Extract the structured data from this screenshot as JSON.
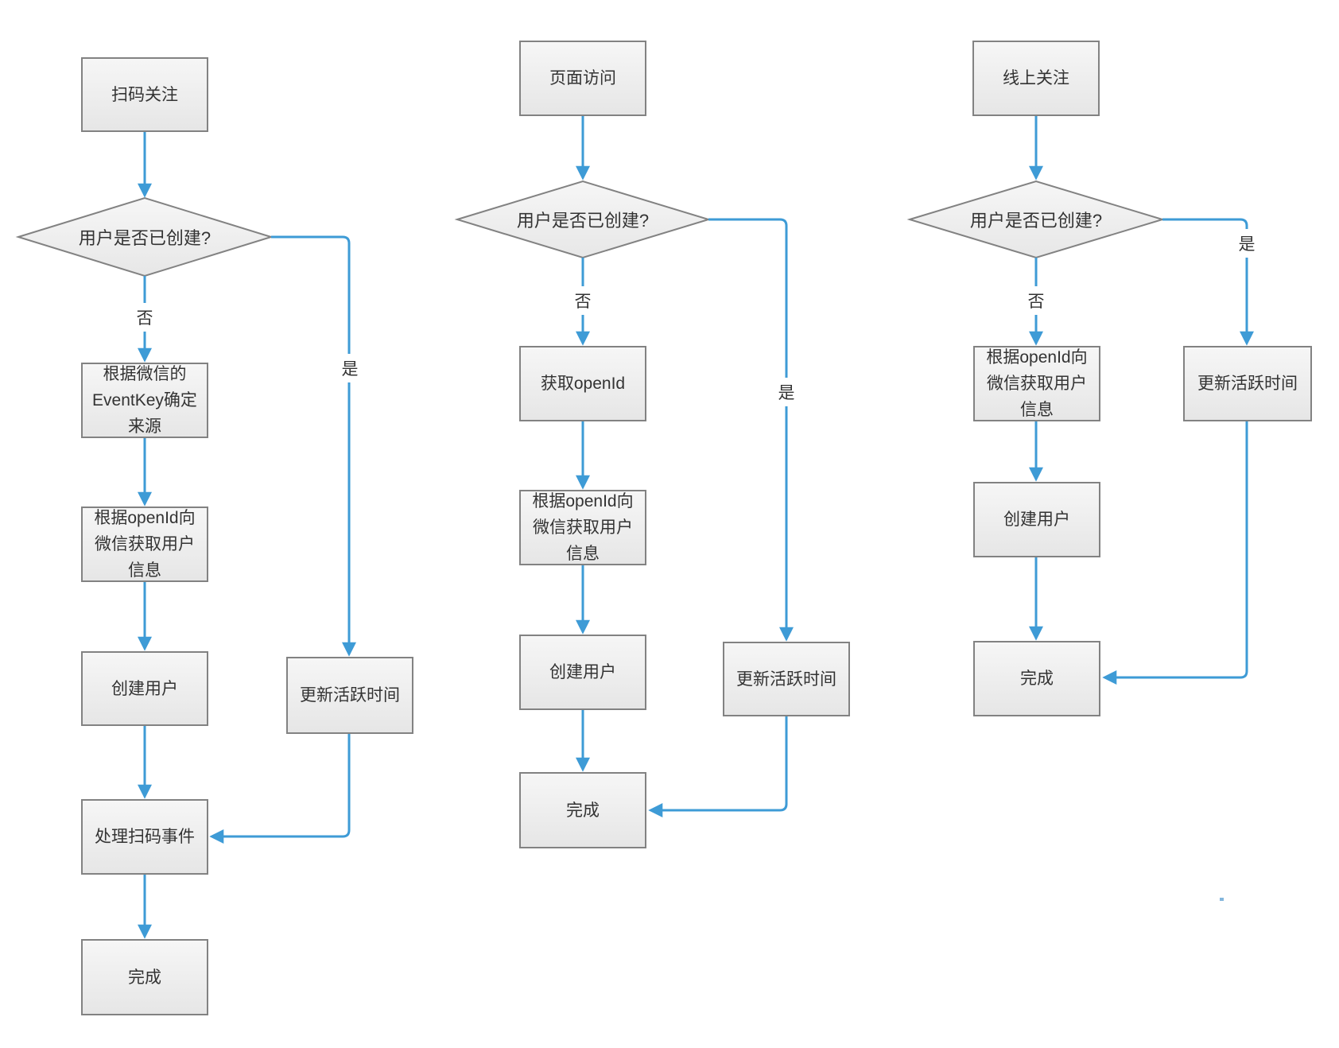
{
  "colors": {
    "arrow": "#3E9BD6",
    "node_border": "#828282",
    "node_fill_top": "#F6F6F6",
    "node_fill_bottom": "#E6E6E6",
    "text": "#333333",
    "background": "#FFFFFF"
  },
  "flows": [
    {
      "name": "scan-qr-follow",
      "start": "扫码关注",
      "decision": "用户是否已创建?",
      "no_label": "否",
      "yes_label": "是",
      "steps": [
        "根据微信的EventKey确定来源",
        "根据openId向微信获取用户信息",
        "创建用户",
        "处理扫码事件",
        "完成"
      ],
      "yes_branch": "更新活跃时间"
    },
    {
      "name": "page-visit",
      "start": "页面访问",
      "decision": "用户是否已创建?",
      "no_label": "否",
      "yes_label": "是",
      "steps": [
        "获取openId",
        "根据openId向微信获取用户信息",
        "创建用户",
        "完成"
      ],
      "yes_branch": "更新活跃时间"
    },
    {
      "name": "online-follow",
      "start": "线上关注",
      "decision": "用户是否已创建?",
      "no_label": "否",
      "yes_label": "是",
      "steps": [
        "根据openId向微信获取用户信息",
        "创建用户",
        "完成"
      ],
      "yes_branch": "更新活跃时间"
    }
  ]
}
